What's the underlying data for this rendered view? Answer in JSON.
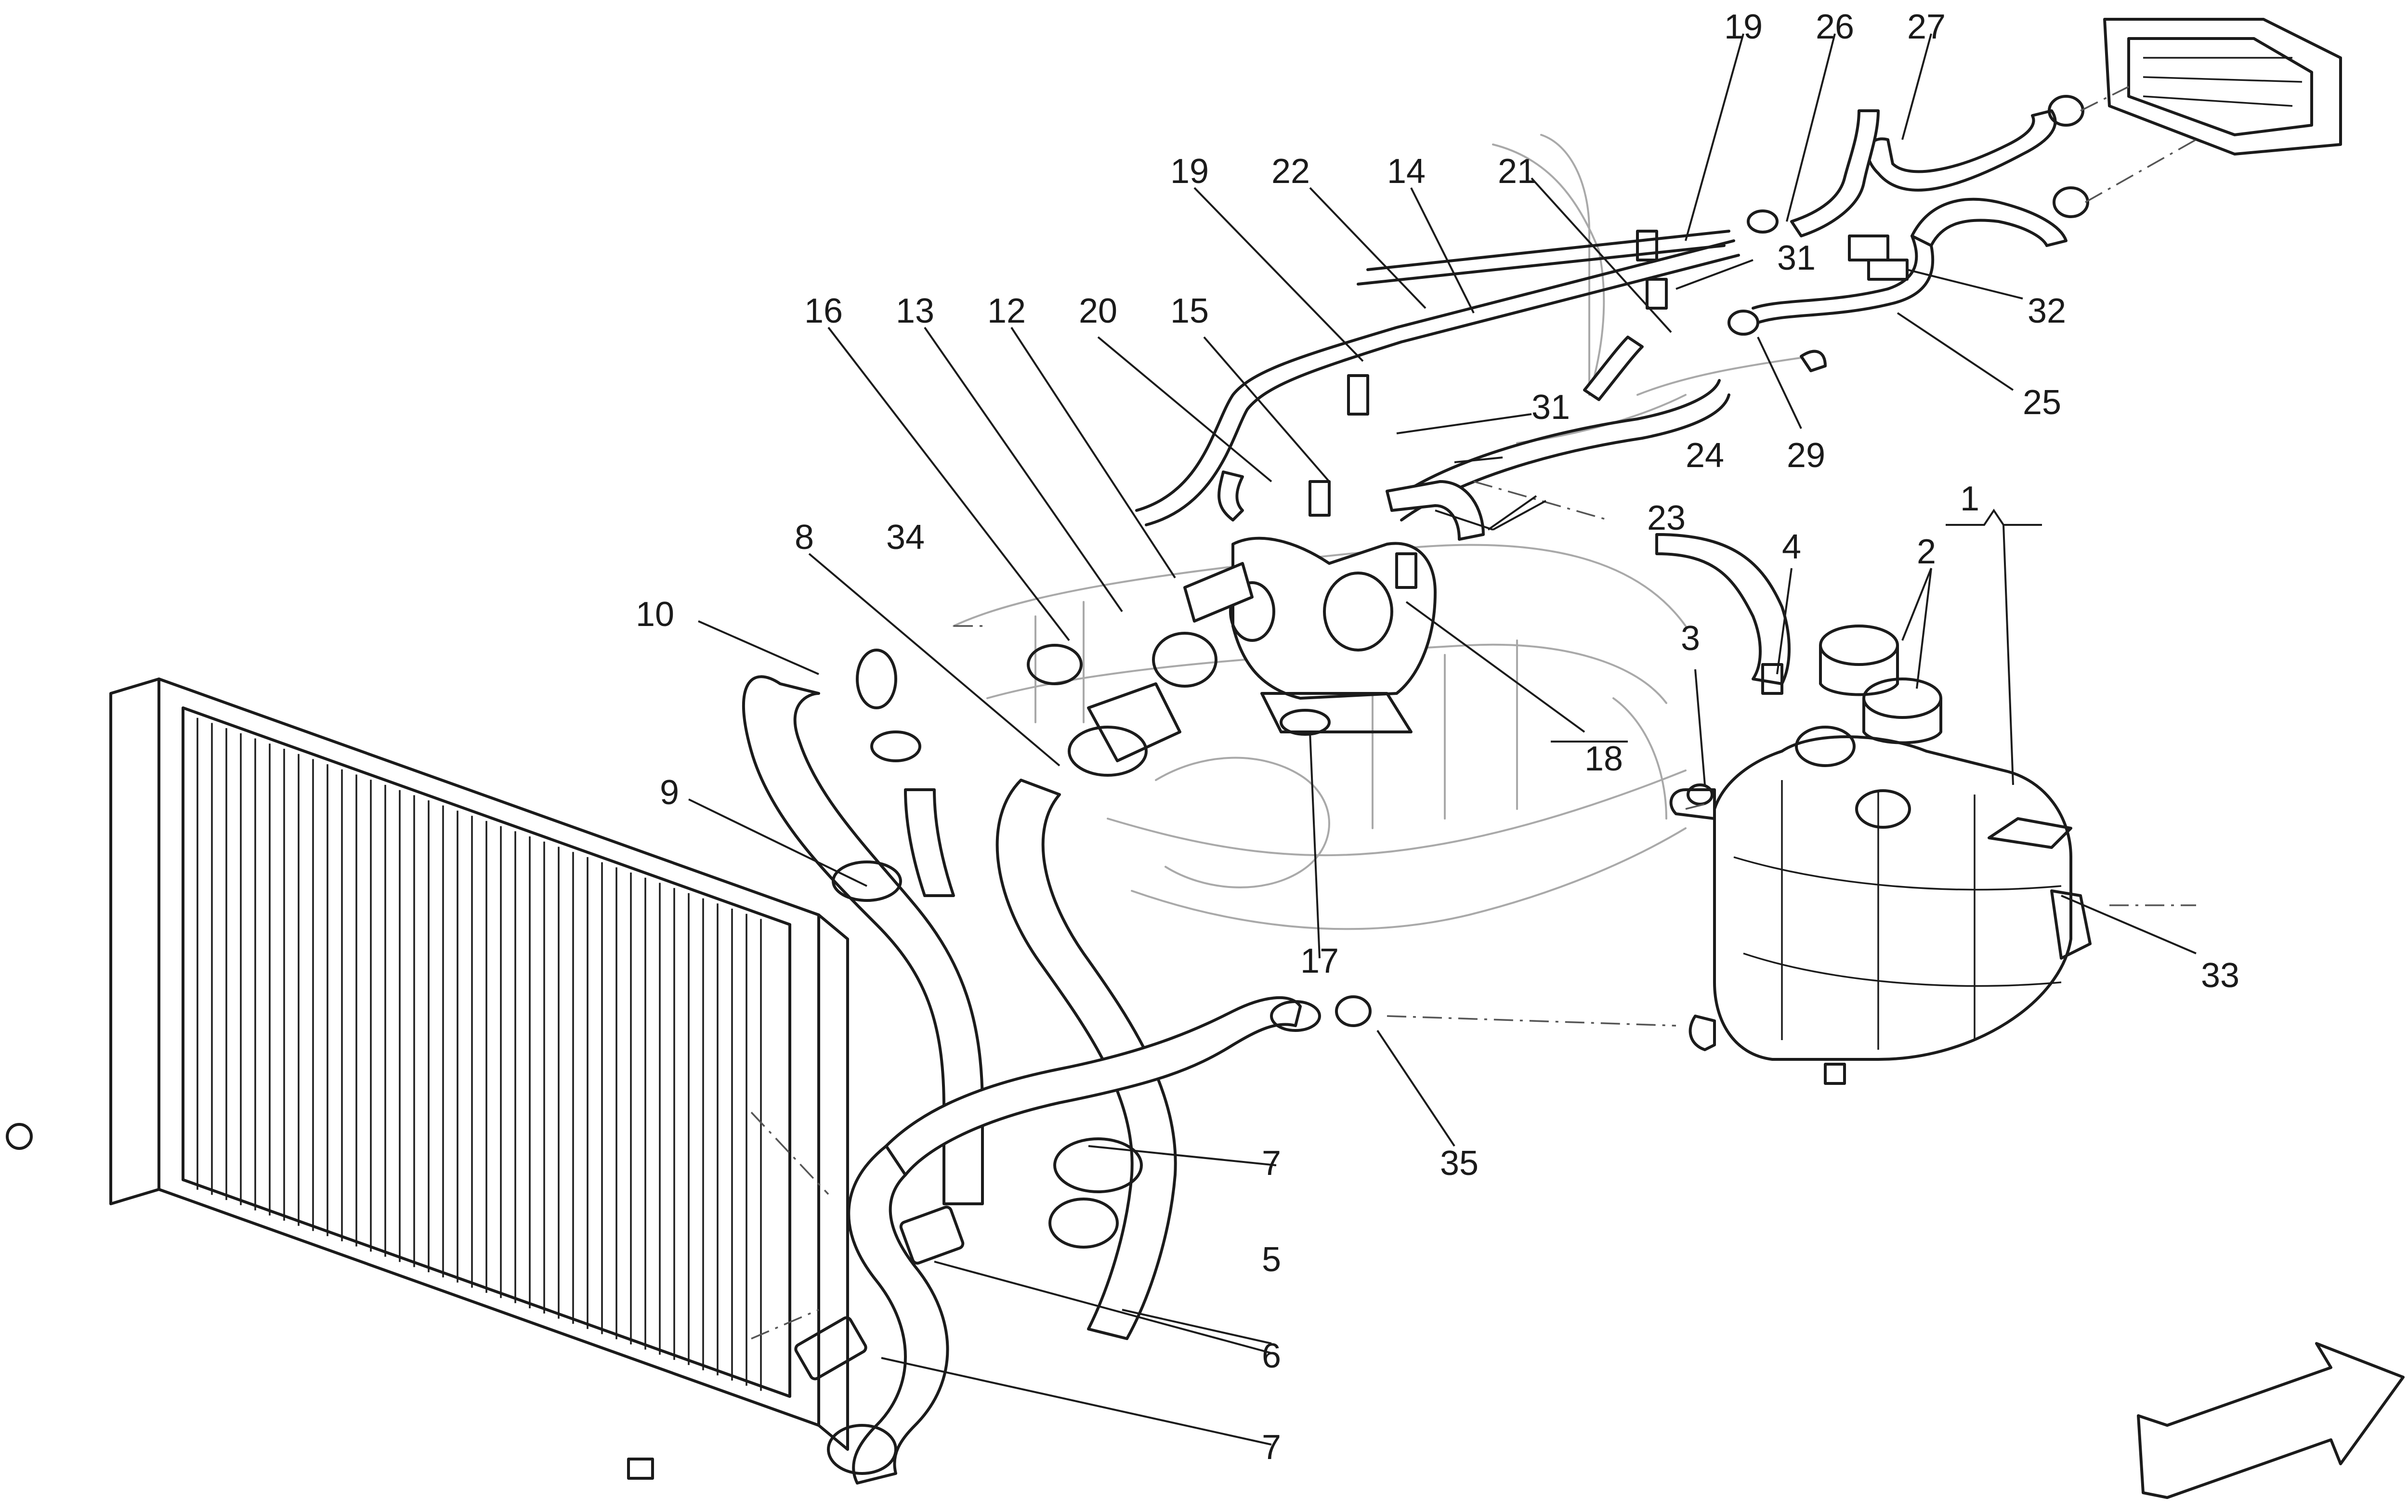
{
  "diagram": {
    "callouts": [
      {
        "id": "c1",
        "label": "1"
      },
      {
        "id": "c2",
        "label": "2"
      },
      {
        "id": "c3",
        "label": "3"
      },
      {
        "id": "c4",
        "label": "4"
      },
      {
        "id": "c5",
        "label": "5"
      },
      {
        "id": "c6",
        "label": "6"
      },
      {
        "id": "c7a",
        "label": "7"
      },
      {
        "id": "c7b",
        "label": "7"
      },
      {
        "id": "c8",
        "label": "8"
      },
      {
        "id": "c9",
        "label": "9"
      },
      {
        "id": "c10",
        "label": "10"
      },
      {
        "id": "c12",
        "label": "12"
      },
      {
        "id": "c13",
        "label": "13"
      },
      {
        "id": "c14",
        "label": "14"
      },
      {
        "id": "c15",
        "label": "15"
      },
      {
        "id": "c16",
        "label": "16"
      },
      {
        "id": "c17",
        "label": "17"
      },
      {
        "id": "c18",
        "label": "18"
      },
      {
        "id": "c19a",
        "label": "19"
      },
      {
        "id": "c19b",
        "label": "19"
      },
      {
        "id": "c20",
        "label": "20"
      },
      {
        "id": "c21",
        "label": "21"
      },
      {
        "id": "c22",
        "label": "22"
      },
      {
        "id": "c23",
        "label": "23"
      },
      {
        "id": "c24",
        "label": "24"
      },
      {
        "id": "c25",
        "label": "25"
      },
      {
        "id": "c26",
        "label": "26"
      },
      {
        "id": "c27",
        "label": "27"
      },
      {
        "id": "c29",
        "label": "29"
      },
      {
        "id": "c31a",
        "label": "31"
      },
      {
        "id": "c31b",
        "label": "31"
      },
      {
        "id": "c32",
        "label": "32"
      },
      {
        "id": "c33",
        "label": "33"
      },
      {
        "id": "c34",
        "label": "34"
      },
      {
        "id": "c35",
        "label": "35"
      }
    ],
    "components": [
      {
        "name": "radiator",
        "icon": "radiator-icon"
      },
      {
        "name": "expansion-tank",
        "icon": "tank-icon"
      },
      {
        "name": "thermostat-housing",
        "icon": "thermostat-icon"
      },
      {
        "name": "direction-arrow",
        "icon": "arrow-icon"
      }
    ]
  }
}
